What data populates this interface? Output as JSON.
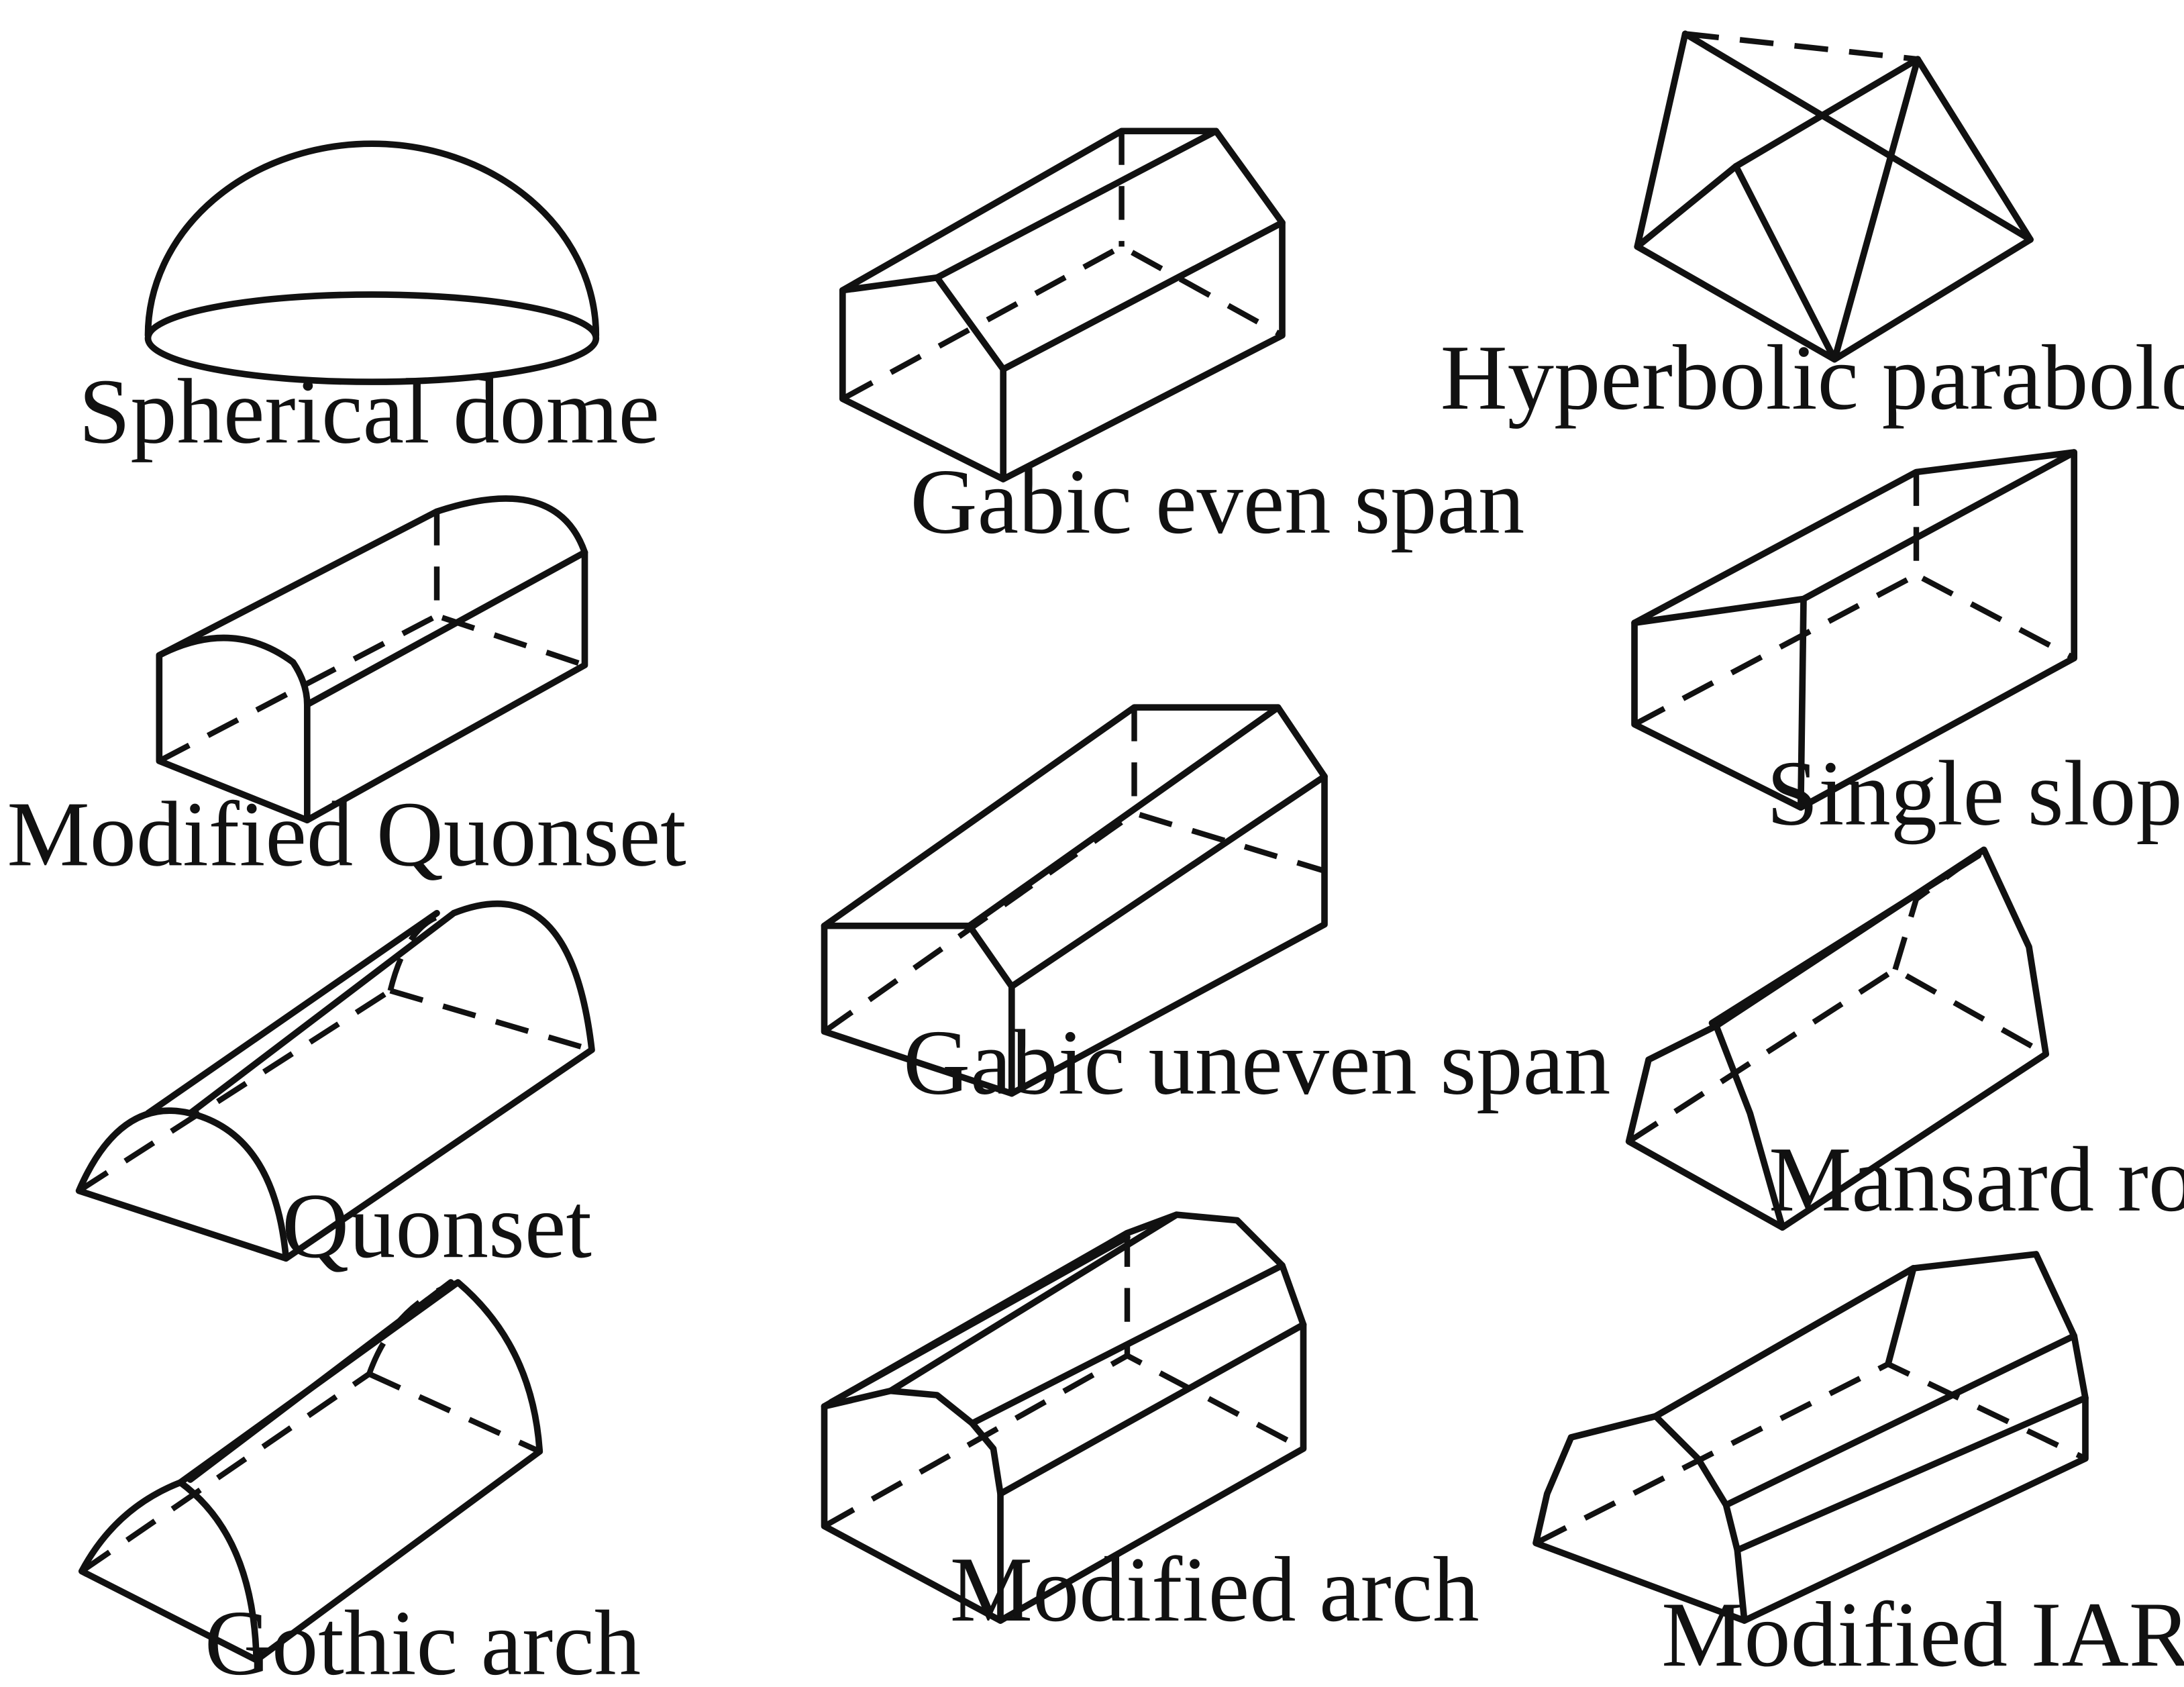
{
  "figure": {
    "labels": {
      "spherical_dome": "Spherical dome",
      "gabic_even_span": "Gabic even span",
      "hyperbolic_paraboloid": "Hyperbolic paraboloid",
      "modified_quonset": "Modified Quonset",
      "single_slope": "Single slope",
      "gabic_uneven_span": "Gabic uneven span",
      "quonset": "Quonset",
      "mansard_roof": "Mansard roof",
      "gothic_arch": "Gothic arch",
      "modified_arch": "Modified arch",
      "modified_iari": "Modified IARI"
    },
    "line_color": "#111111",
    "background": "#ffffff"
  }
}
